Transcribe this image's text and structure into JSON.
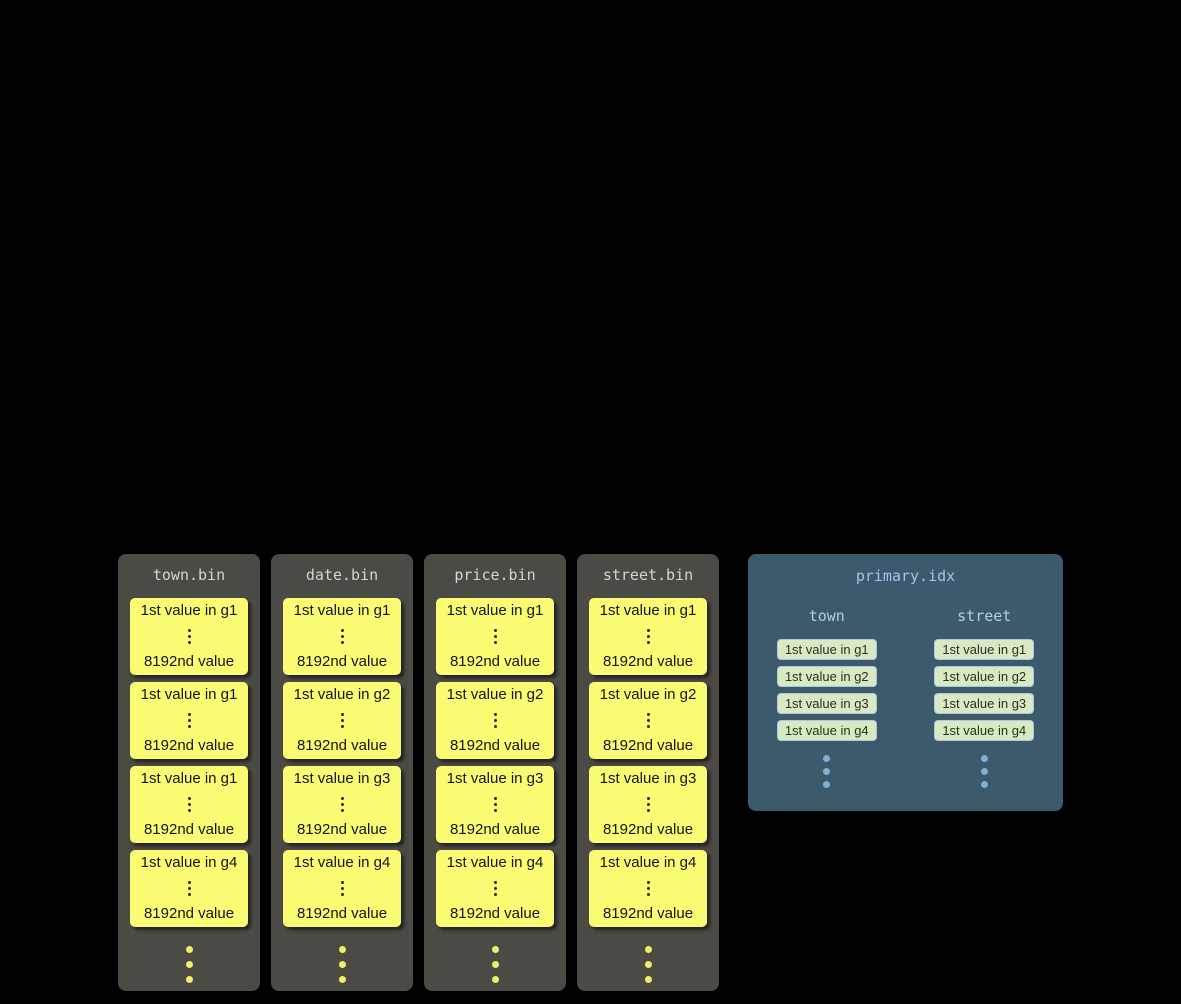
{
  "colors": {
    "background": "#000000",
    "bin_column_bg": "#4b4a45",
    "bin_title_text": "#d6d5ca",
    "granule_bg": "#fbfb74",
    "granule_text": "#141414",
    "bin_ellipsis_dots": "#f0f068",
    "index_panel_bg": "#3d5a6d",
    "index_title_text": "#9fc5e8",
    "index_header_text": "#b7cbd9",
    "chip_bg": "#d9e9c4",
    "chip_border": "#a9c8df",
    "chip_text": "#26321f",
    "index_ellipsis_dots": "#7fb0d3"
  },
  "bin_files": [
    {
      "title": "town.bin",
      "granules": [
        {
          "first_value": "1st value in g1",
          "last_value": "8192nd value"
        },
        {
          "first_value": "1st value in g1",
          "last_value": "8192nd value"
        },
        {
          "first_value": "1st value in g1",
          "last_value": "8192nd value"
        },
        {
          "first_value": "1st value in g4",
          "last_value": "8192nd value"
        }
      ]
    },
    {
      "title": "date.bin",
      "granules": [
        {
          "first_value": "1st value in g1",
          "last_value": "8192nd value"
        },
        {
          "first_value": "1st value in g2",
          "last_value": "8192nd value"
        },
        {
          "first_value": "1st value in g3",
          "last_value": "8192nd value"
        },
        {
          "first_value": "1st value in g4",
          "last_value": "8192nd value"
        }
      ]
    },
    {
      "title": "price.bin",
      "granules": [
        {
          "first_value": "1st value in g1",
          "last_value": "8192nd value"
        },
        {
          "first_value": "1st value in g2",
          "last_value": "8192nd value"
        },
        {
          "first_value": "1st value in g3",
          "last_value": "8192nd value"
        },
        {
          "first_value": "1st value in g4",
          "last_value": "8192nd value"
        }
      ]
    },
    {
      "title": "street.bin",
      "granules": [
        {
          "first_value": "1st value in g1",
          "last_value": "8192nd value"
        },
        {
          "first_value": "1st value in g2",
          "last_value": "8192nd value"
        },
        {
          "first_value": "1st value in g3",
          "last_value": "8192nd value"
        },
        {
          "first_value": "1st value in g4",
          "last_value": "8192nd value"
        }
      ]
    }
  ],
  "primary_index": {
    "title": "primary.idx",
    "columns": [
      {
        "header": "town",
        "entries": [
          "1st value in g1",
          "1st value in g2",
          "1st value in g3",
          "1st value in g4"
        ]
      },
      {
        "header": "street",
        "entries": [
          "1st value in g1",
          "1st value in g2",
          "1st value in g3",
          "1st value in g4"
        ]
      }
    ]
  }
}
